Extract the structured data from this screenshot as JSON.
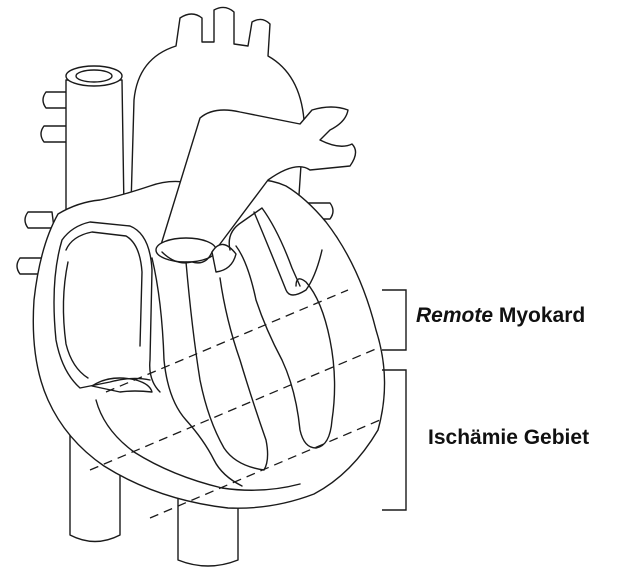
{
  "labels": {
    "remote_italic": "Remote",
    "remote_rest": " Myokard",
    "ischemia": "Ischämie Gebiet"
  }
}
